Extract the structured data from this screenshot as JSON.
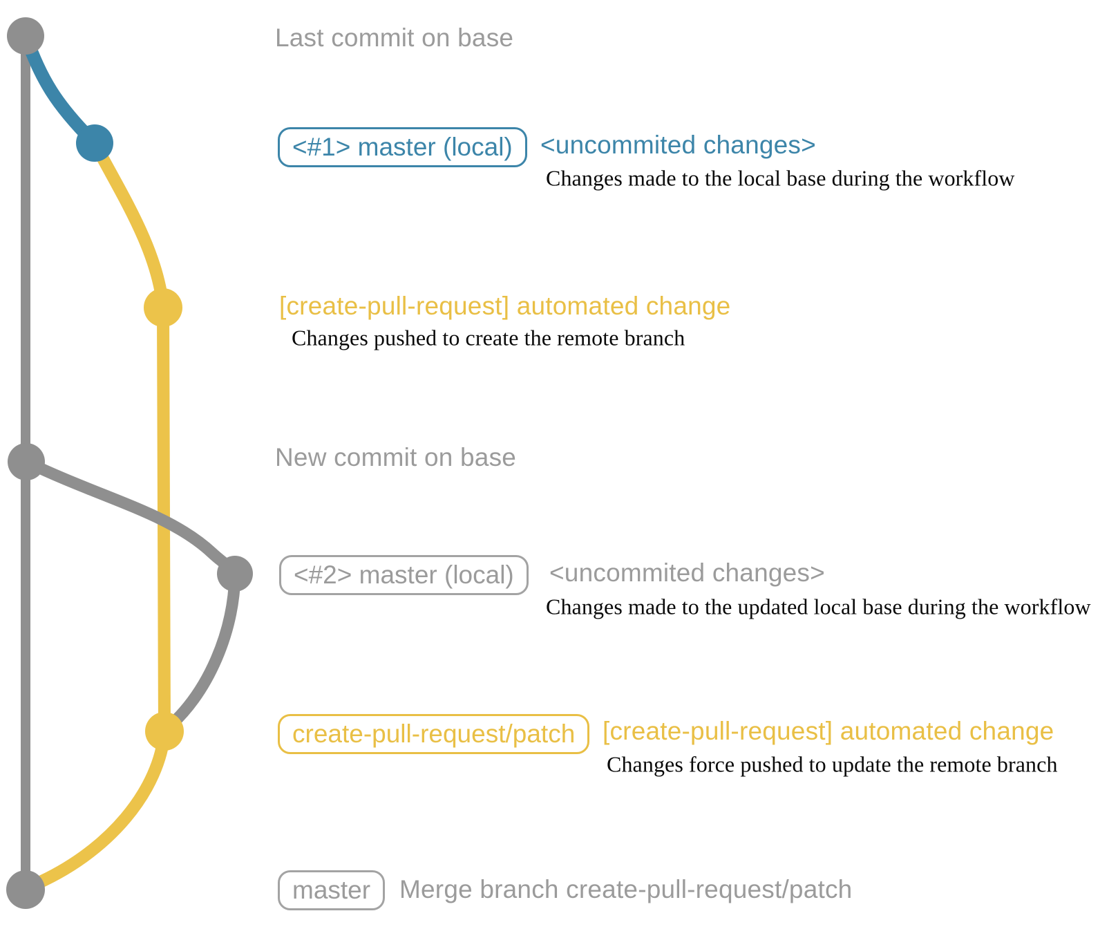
{
  "diagram": {
    "title_hint": "git commit graph of the create-pull-request workflow",
    "colors": {
      "gray": "#8f8f8f",
      "blue": "#3c85a9",
      "yellow": "#ecc34a",
      "label_gray": "#9b9b9b",
      "description_black": "#0a0a0a"
    },
    "rows": {
      "last_commit": {
        "message": "Last commit on base"
      },
      "commit1": {
        "tag": "<#1> master (local)",
        "message": "<uncommited changes>",
        "description": "Changes made to the local base during the workflow"
      },
      "push1": {
        "message": "[create-pull-request] automated change",
        "description": "Changes pushed to create the remote branch"
      },
      "new_commit": {
        "message": "New commit on base"
      },
      "commit2": {
        "tag": "<#2> master (local)",
        "message": "<uncommited changes>",
        "description": "Changes made to the updated local base during the workflow"
      },
      "push2": {
        "tag": "create-pull-request/patch",
        "message": "[create-pull-request] automated change",
        "description": "Changes force pushed to update the remote branch"
      },
      "merge": {
        "tag": "master",
        "message": "Merge branch create-pull-request/patch"
      }
    },
    "graph": {
      "base_branch_color": "#8f8f8f",
      "local_changes_color": "#3c85a9",
      "patch_branch_color": "#ecc34a",
      "commits": [
        {
          "id": "last-commit-on-base",
          "color": "gray"
        },
        {
          "id": "uncommitted-changes-1",
          "color": "blue"
        },
        {
          "id": "automated-change-1",
          "color": "yellow"
        },
        {
          "id": "new-commit-on-base",
          "color": "gray"
        },
        {
          "id": "uncommitted-changes-2",
          "color": "gray"
        },
        {
          "id": "automated-change-2",
          "color": "yellow"
        },
        {
          "id": "merge-commit",
          "color": "gray"
        }
      ]
    }
  }
}
